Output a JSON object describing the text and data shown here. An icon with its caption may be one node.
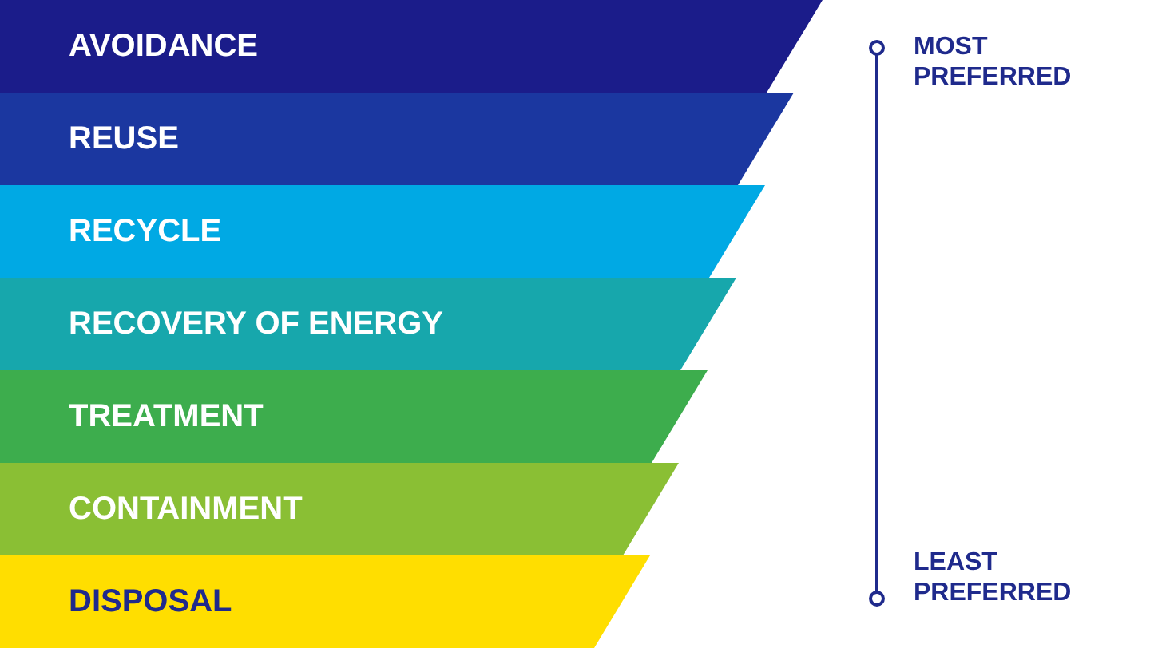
{
  "diagram": {
    "nodes": [
      {
        "text": [
          "AVOIDANCE"
        ]
      },
      {
        "text": [
          "REUSE"
        ]
      },
      {
        "text": [
          "RECYCLE"
        ]
      },
      {
        "text": [
          "RECOVERY OF ENERGY"
        ]
      },
      {
        "text": [
          "TREATMENT"
        ]
      },
      {
        "text": [
          "CONTAINMENT"
        ]
      },
      {
        "text": [
          "DISPOSAL"
        ]
      }
    ],
    "edges": [],
    "labels": [
      "MOST PREFERRED",
      "LEAST PREFERRED"
    ]
  }
}
